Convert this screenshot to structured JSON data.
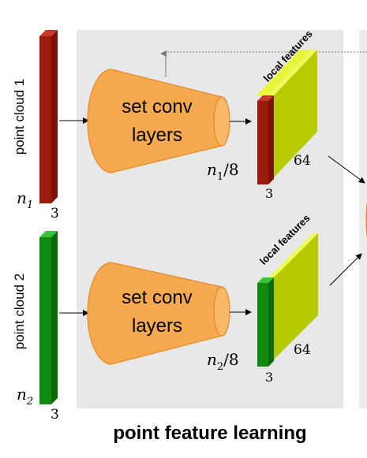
{
  "colors": {
    "panel_bg": "#e8e8e8",
    "red_bar": "#9b1b0e",
    "red_bar_light": "#c83a28",
    "green_bar": "#0f8a0f",
    "green_bar_light": "#39c339",
    "cone_fill": "#f6a94e",
    "cone_stroke": "#e08a2a",
    "feature_front": "#b5c800",
    "feature_top": "#e8f53c",
    "feature_side": "#d7ea18"
  },
  "stream1": {
    "input_label": "point cloud 1",
    "n_label": "n",
    "n_sub": "1",
    "dim": "3",
    "layer_line1": "set conv",
    "layer_line2": "layers",
    "out_n": "n",
    "out_sub": "1",
    "out_div": "/8",
    "out_dim": "3",
    "feat_dim": "64",
    "feat_label": "local features"
  },
  "stream2": {
    "input_label": "point cloud 2",
    "n_label": "n",
    "n_sub": "2",
    "dim": "3",
    "layer_line1": "set conv",
    "layer_line2": "layers",
    "out_n": "n",
    "out_sub": "2",
    "out_div": "/8",
    "out_dim": "3",
    "feat_dim": "64",
    "feat_label": "local features"
  },
  "section_title": "point feature learning"
}
